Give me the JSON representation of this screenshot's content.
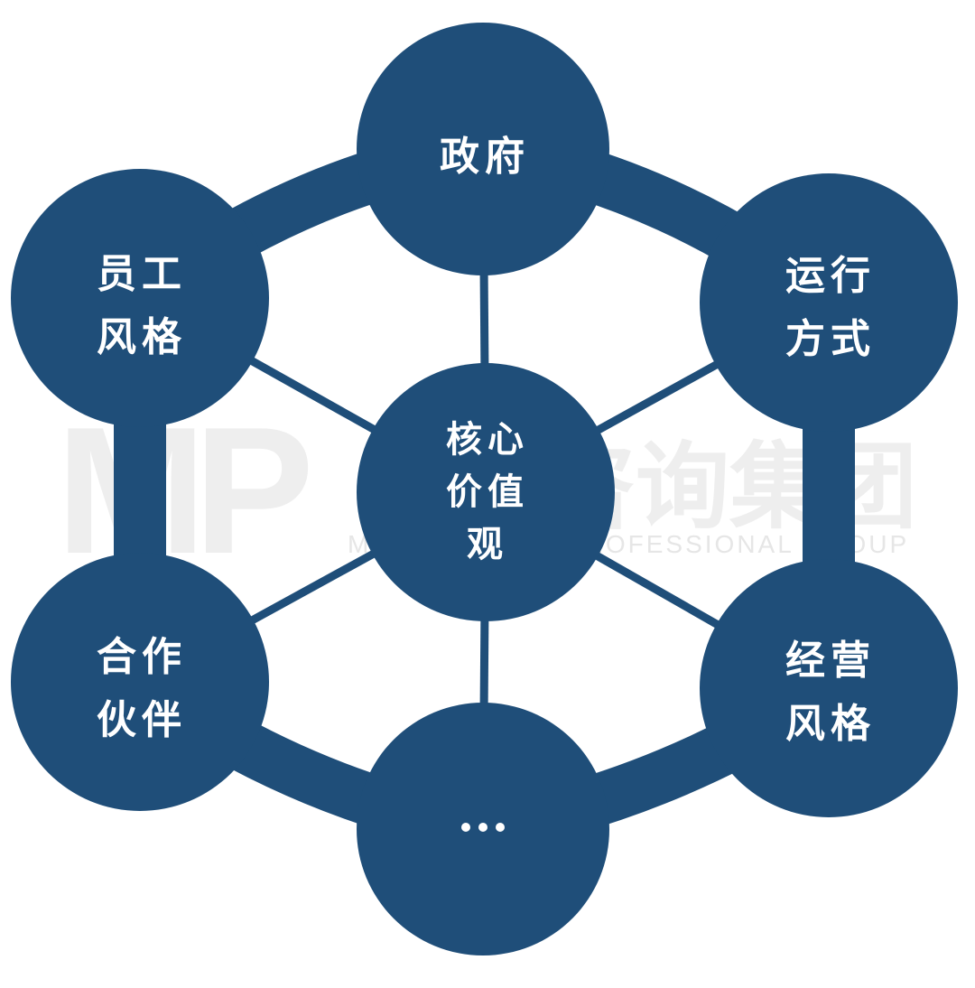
{
  "diagram": {
    "title": "核心价值观",
    "center": {
      "lines": [
        "核心",
        "价值",
        "观"
      ]
    },
    "nodes": [
      {
        "id": "top",
        "lines": [
          "政府"
        ]
      },
      {
        "id": "upper-right",
        "lines": [
          "运行",
          "方式"
        ]
      },
      {
        "id": "lower-right",
        "lines": [
          "经营",
          "风格"
        ]
      },
      {
        "id": "bottom",
        "lines": [
          "···"
        ]
      },
      {
        "id": "lower-left",
        "lines": [
          "合作",
          "伙伴"
        ]
      },
      {
        "id": "upper-left",
        "lines": [
          "员工",
          "风格"
        ]
      }
    ],
    "colors": {
      "node_fill": "#1f4e79",
      "text": "#ffffff",
      "background": "#ffffff"
    }
  },
  "watermark": {
    "logo": "MP",
    "cn": "中名咨询集团",
    "en": "MANAGEMENT PROFESSIONAL GROUP"
  }
}
